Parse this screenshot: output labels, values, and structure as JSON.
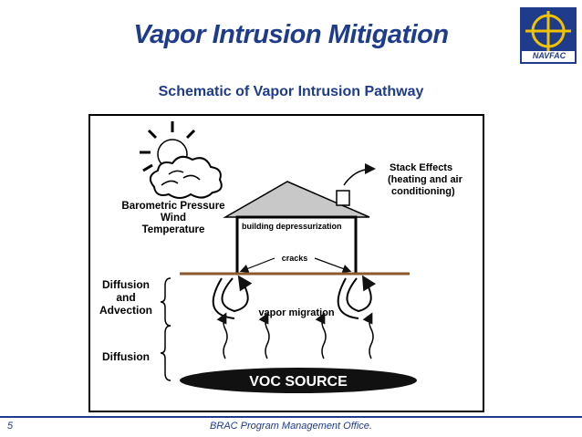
{
  "slide": {
    "title": "Vapor Intrusion Mitigation",
    "subtitle": "Schematic of Vapor Intrusion Pathway",
    "page_number": "5",
    "footer": "BRAC Program Management Office."
  },
  "logo": {
    "text": "NAVFAC"
  },
  "diagram": {
    "weather_labels": [
      "Barometric Pressure",
      "Wind",
      "Temperature"
    ],
    "stack_effects": [
      "Stack Effects",
      "(heating and air",
      "conditioning)"
    ],
    "building_label": "building depressurization",
    "cracks_label": "cracks",
    "diffusion_advection_labels": [
      "Diffusion",
      "and",
      "Advection"
    ],
    "diffusion_label": "Diffusion",
    "migration_label": "vapor migration",
    "source_label": "VOC SOURCE"
  },
  "colors": {
    "title": "#1f3c8c",
    "ground": "#8b5a2b",
    "roof": "#c8c8c8",
    "source": "#111111"
  }
}
